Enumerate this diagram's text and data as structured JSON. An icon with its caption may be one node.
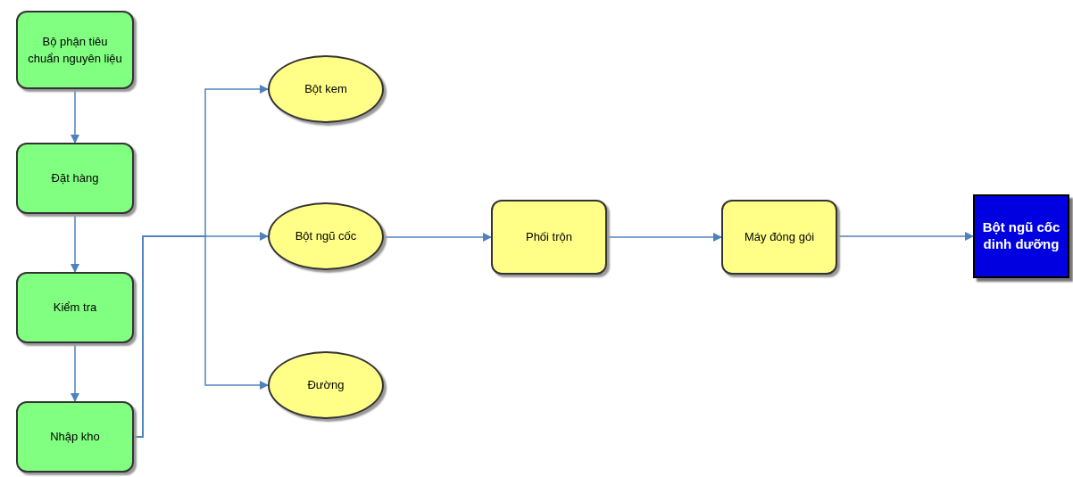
{
  "diagram": {
    "nodes": [
      {
        "text": [
          "Bộ phận tiêu chuẩn nguyên liệu"
        ]
      },
      {
        "text": [
          "Đặt hàng"
        ]
      },
      {
        "text": [
          "Kiểm tra"
        ]
      },
      {
        "text": [
          "Nhập kho"
        ]
      },
      {
        "text": [
          "Bột kem"
        ]
      },
      {
        "text": [
          "Bột ngũ cốc"
        ]
      },
      {
        "text": [
          "Đường"
        ]
      },
      {
        "text": [
          "Phối trộn"
        ]
      },
      {
        "text": [
          "Máy đóng gói"
        ]
      },
      {
        "text": [
          "Bột ngũ cốc dinh dưỡng"
        ]
      }
    ],
    "edges": [
      {
        "from": 0,
        "to": 1,
        "arrow": "to"
      },
      {
        "from": 1,
        "to": 2,
        "arrow": "to"
      },
      {
        "from": 2,
        "to": 3,
        "arrow": "to"
      },
      {
        "from": 3,
        "to": 4,
        "arrow": "to"
      },
      {
        "from": 3,
        "to": 5,
        "arrow": "to"
      },
      {
        "from": 3,
        "to": 6,
        "arrow": "to"
      },
      {
        "from": 5,
        "to": 7,
        "arrow": "to"
      },
      {
        "from": 7,
        "to": 8,
        "arrow": "to"
      },
      {
        "from": 8,
        "to": 9,
        "arrow": "to"
      }
    ]
  }
}
